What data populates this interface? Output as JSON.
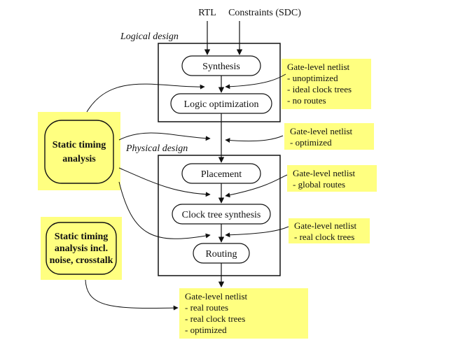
{
  "inputs": {
    "rtl": "RTL",
    "constraints": "Constraints (SDC)"
  },
  "sections": {
    "logical": "Logical design",
    "physical": "Physical design"
  },
  "steps": {
    "synthesis": "Synthesis",
    "logic_opt": "Logic optimization",
    "placement": "Placement",
    "cts": "Clock tree synthesis",
    "routing": "Routing"
  },
  "sta": {
    "line1": "Static timing",
    "line2": "analysis"
  },
  "sta_noise": {
    "line1": "Static timing",
    "line2": "analysis incl.",
    "line3": "noise, crosstalk"
  },
  "notes": {
    "n1": {
      "title": "Gate-level netlist",
      "items": [
        "- unoptimized",
        "- ideal clock trees",
        "- no routes"
      ]
    },
    "n2": {
      "title": "Gate-level netlist",
      "items": [
        "- optimized"
      ]
    },
    "n3": {
      "title": "Gate-level netlist",
      "items": [
        "- global routes"
      ]
    },
    "n4": {
      "title": "Gate-level netlist",
      "items": [
        "- real clock trees"
      ]
    },
    "n5": {
      "title": "Gate-level netlist",
      "items": [
        "- real routes",
        "- real clock trees",
        "- optimized"
      ]
    }
  },
  "colors": {
    "note_fill": "#ffff80",
    "line": "#111111",
    "background": "#ffffff"
  }
}
